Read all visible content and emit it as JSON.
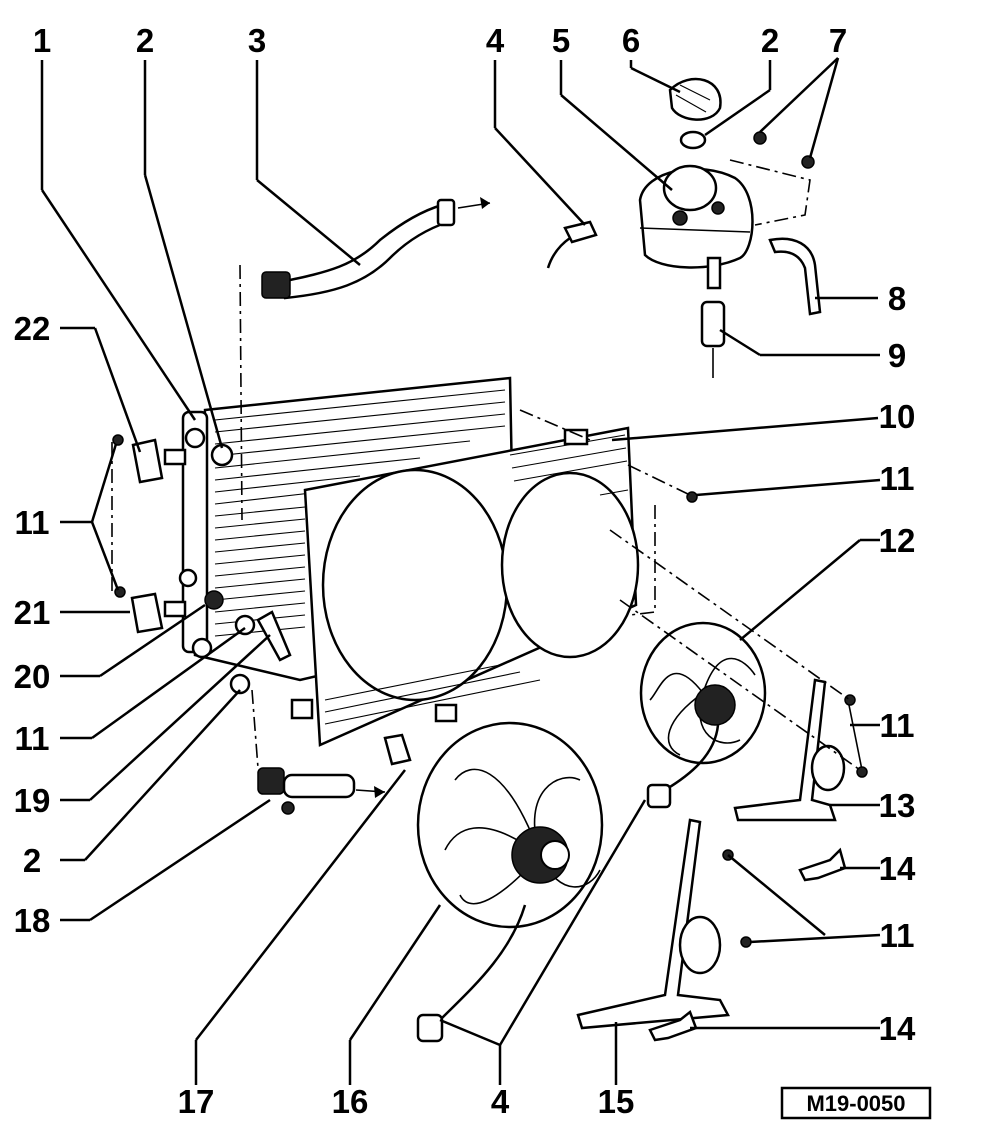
{
  "diagram": {
    "callouts": {
      "c1": "1",
      "c2a": "2",
      "c3": "3",
      "c4a": "4",
      "c5": "5",
      "c6": "6",
      "c2b": "2",
      "c7": "7",
      "c8": "8",
      "c9": "9",
      "c10": "10",
      "c11a": "11",
      "c12": "12",
      "c11b": "11",
      "c13": "13",
      "c14a": "14",
      "c11c": "11",
      "c14b": "14",
      "c22": "22",
      "c11d": "11",
      "c21": "21",
      "c20": "20",
      "c11e": "11",
      "c19": "19",
      "c2c": "2",
      "c18": "18",
      "c17": "17",
      "c16": "16",
      "c4b": "4",
      "c15": "15"
    },
    "figure_code": "M19-0050"
  }
}
